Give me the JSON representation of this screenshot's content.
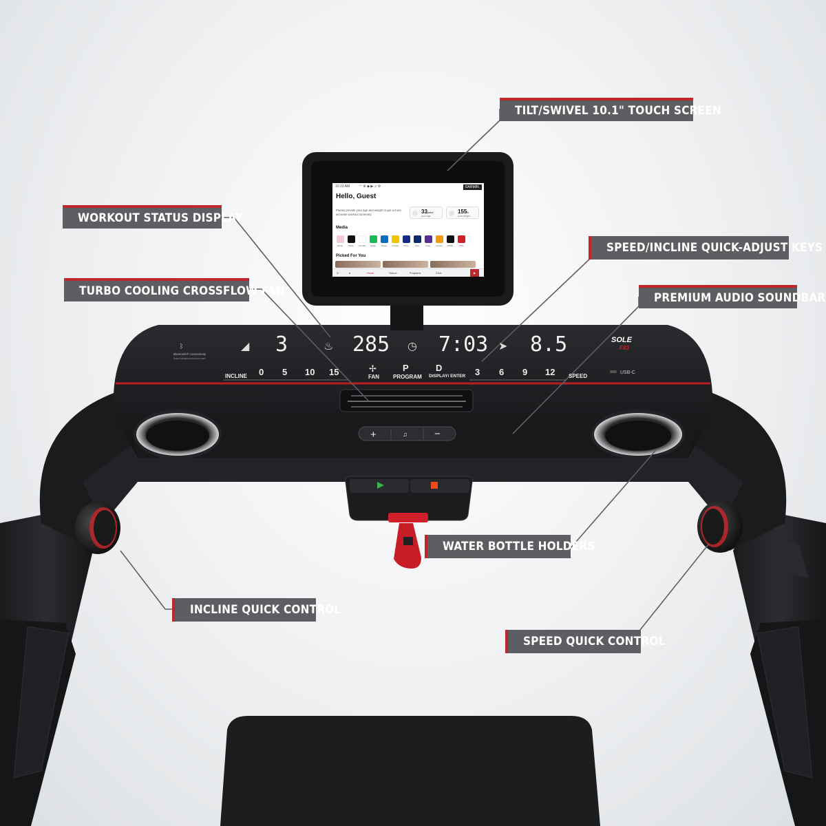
{
  "callouts": {
    "touch_screen": "TILT/SWIVEL 10.1\" TOUCH SCREEN",
    "workout_status": "WORKOUT STATUS DISPLAY",
    "speed_incline_keys": "SPEED/INCLINE QUICK-ADJUST KEYS",
    "turbo_fan": "TURBO COOLING CROSSFLOW FAN",
    "audio_soundbar": "PREMIUM AUDIO SOUNDBAR",
    "water_bottle": "WATER BOTTLE HOLDERS",
    "incline_quick": "INCLINE QUICK CONTROL",
    "speed_quick": "SPEED QUICK CONTROL"
  },
  "screen": {
    "time": "10:23 AM",
    "brand": "GARMIN.",
    "greeting": "Hello, Guest",
    "description": "Please provide your age and weight to get a more accurate workout summary.",
    "age_value": "33",
    "age_unit": "years",
    "age_label": "your age",
    "weight_value": "155",
    "weight_unit": "lb",
    "weight_label": "your weight",
    "media_heading": "Media",
    "media_apps": [
      "iMovie",
      "Netflix",
      "YouTube",
      "Spotify",
      "Disney",
      "Youtube",
      "Prime",
      "Hulu",
      "Hulu+",
      "Peloton",
      "ESPN",
      "CNN"
    ],
    "picked_heading": "Picked For You",
    "nav": [
      "Home",
      "Videos",
      "Programs",
      "iClub"
    ]
  },
  "console": {
    "bluetooth_label": "Bluetooth® connectivity",
    "bluetooth_note": "Select a bluetooth device to start",
    "incline_value": "3",
    "calories_value": "285",
    "time_value": "7:03",
    "speed_value": "8.5",
    "incline_label": "INCLINE",
    "incline_keys": [
      "0",
      "5",
      "10",
      "15"
    ],
    "fan_label": "FAN",
    "program_letter": "P",
    "program_label": "PROGRAM",
    "display_letter": "D",
    "display_label": "DISPLAY/ ENTER",
    "speed_keys": [
      "3",
      "6",
      "9",
      "12"
    ],
    "speed_label": "SPEED",
    "brand": "SOLE",
    "model": "F83",
    "usb_label": "USB-C",
    "volume_plus": "+",
    "volume_minus": "−"
  },
  "colors": {
    "accent_red": "#c0262c",
    "callout_grey": "#5d5e61",
    "console_black": "#1b1c1e"
  }
}
